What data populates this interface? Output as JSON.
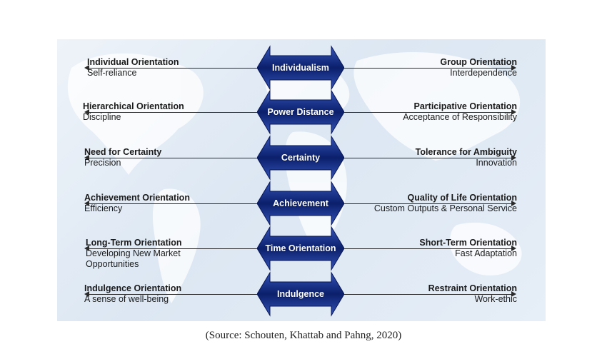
{
  "rows": [
    {
      "center": "Individualism",
      "left_title": "Individual Orientation",
      "left_sub": [
        "Self-reliance"
      ],
      "right_title": "Group Orientation",
      "right_sub": [
        "Interdependence"
      ]
    },
    {
      "center": "Power Distance",
      "left_title": "Hierarchical Orientation",
      "left_sub": [
        "Discipline"
      ],
      "right_title": "Participative Orientation",
      "right_sub": [
        "Acceptance of Responsibility"
      ]
    },
    {
      "center": "Certainty",
      "left_title": "Need for Certainty",
      "left_sub": [
        "Precision"
      ],
      "right_title": "Tolerance for Ambiguity",
      "right_sub": [
        "Innovation"
      ]
    },
    {
      "center": "Achievement",
      "left_title": "Achievement Orientation",
      "left_sub": [
        "Efficiency"
      ],
      "right_title": "Quality of Life Orientation",
      "right_sub": [
        "Custom Outputs & Personal Service"
      ]
    },
    {
      "center": "Time Orientation",
      "left_title": "Long-Term Orientation",
      "left_sub": [
        "Developing New Market",
        "Opportunities"
      ],
      "right_title": "Short-Term Orientation",
      "right_sub": [
        "Fast Adaptation"
      ]
    },
    {
      "center": "Indulgence",
      "left_title": "Indulgence Orientation",
      "left_sub": [
        "A sense of well-being"
      ],
      "right_title": "Restraint Orientation",
      "right_sub": [
        "Work-ethic"
      ]
    }
  ],
  "caption": "(Source: Schouten, Khattab and Pahng, 2020)",
  "colors": {
    "arrow_dark": "#0b1f6b",
    "arrow_light": "#3454b8",
    "line": "#2b2b2b"
  },
  "background": "world-map-background"
}
